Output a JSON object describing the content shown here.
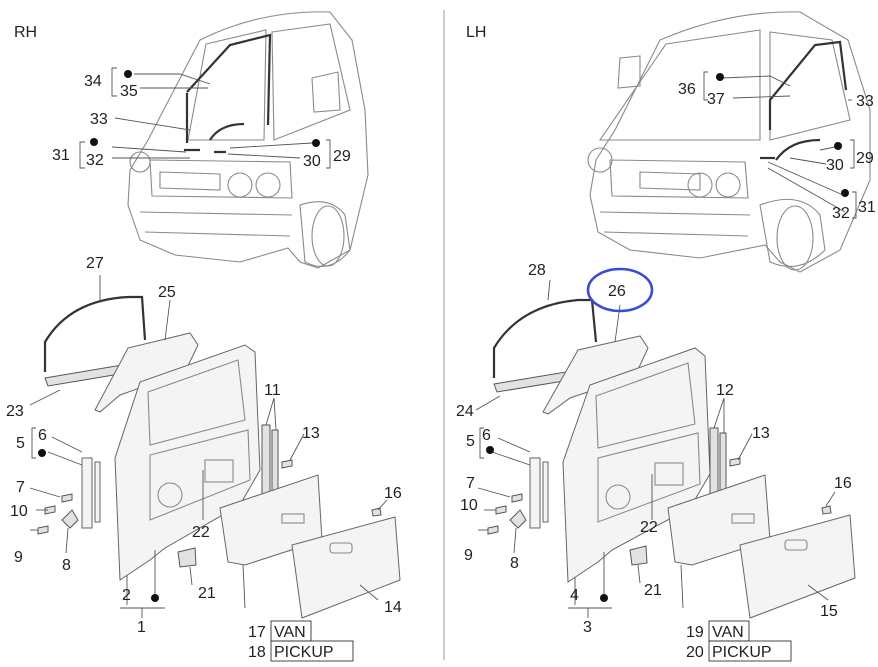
{
  "panels": [
    {
      "title": "RH",
      "callouts": [
        "34",
        "35",
        "33",
        "31",
        "32",
        "30",
        "29",
        "27",
        "25",
        "23",
        "5",
        "6",
        "11",
        "13",
        "7",
        "10",
        "9",
        "8",
        "22",
        "16",
        "2",
        "1",
        "21",
        "14"
      ],
      "variants": [
        {
          "num": "17",
          "text": "VAN"
        },
        {
          "num": "18",
          "text": "PICKUP"
        }
      ]
    },
    {
      "title": "LH",
      "callouts": [
        "36",
        "37",
        "33",
        "29",
        "30",
        "32",
        "31",
        "28",
        "26",
        "24",
        "5",
        "6",
        "12",
        "13",
        "7",
        "10",
        "9",
        "8",
        "22",
        "16",
        "4",
        "3",
        "21",
        "15"
      ],
      "variants": [
        {
          "num": "19",
          "text": "VAN"
        },
        {
          "num": "20",
          "text": "PICKUP"
        }
      ],
      "highlighted": "26"
    }
  ],
  "colors": {
    "highlight": "#3a4bd6",
    "line": "#8a8a8a",
    "text": "#222222"
  }
}
